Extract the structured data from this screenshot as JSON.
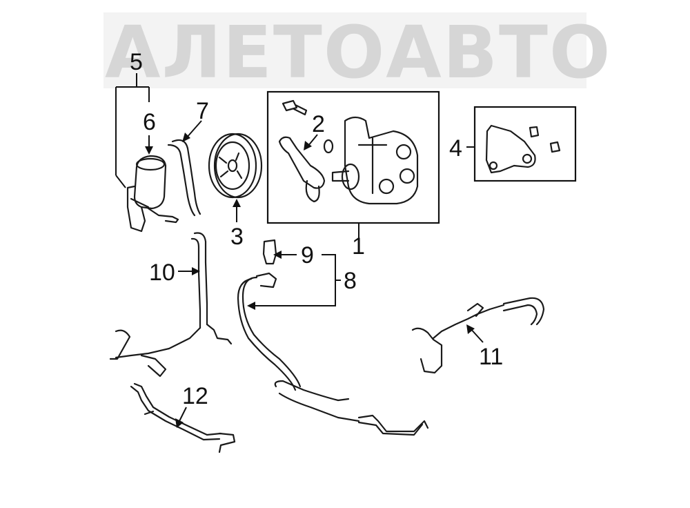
{
  "watermark": {
    "text": "АЛЕТОАВТО"
  },
  "callouts": {
    "c1": "1",
    "c2": "2",
    "c3": "3",
    "c4": "4",
    "c5": "5",
    "c6": "6",
    "c7": "7",
    "c8": "8",
    "c9": "9",
    "c10": "10",
    "c11": "11",
    "c12": "12"
  },
  "colors": {
    "line": "#111111",
    "watermark": "#d6d6d6",
    "background": "#ffffff"
  }
}
